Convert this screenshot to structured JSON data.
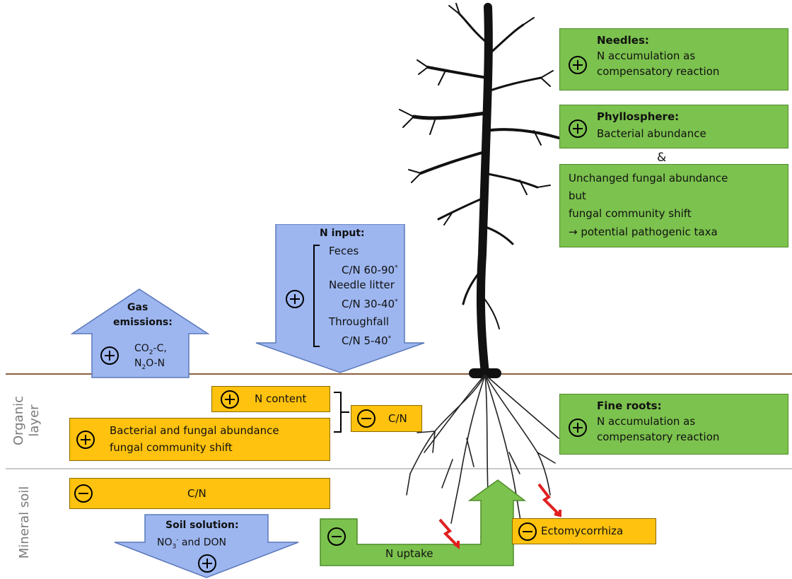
{
  "layers": {
    "organic": "Organic\nlayer",
    "organic_line1": "Organic",
    "organic_line2": "layer",
    "mineral": "Mineral soil"
  },
  "needles": {
    "title": "Needles:",
    "line1": "N accumulation as",
    "line2": "compensatory reaction",
    "sign": "plus"
  },
  "phyllosphere": {
    "title": "Phyllosphere:",
    "line1": "Bacterial abundance",
    "sign": "plus"
  },
  "ampersand": "&",
  "fungal": {
    "line1": "Unchanged fungal abundance",
    "line2": "but",
    "line3": "fungal community shift",
    "line4": "→ potential pathogenic taxa"
  },
  "n_input": {
    "title": "N input:",
    "feces": "Feces",
    "feces_cn": "C/N 60-90",
    "needle_litter": "Needle litter",
    "needle_cn": "C/N 30-40",
    "throughfall": "Throughfall",
    "throughfall_cn": "C/N 5-40",
    "asterisk": "*",
    "sign": "plus"
  },
  "gas": {
    "title1": "Gas",
    "title2": "emissions:",
    "co2_pre": "CO",
    "co2_sub": "2",
    "co2_post": "-C,",
    "n2o_pre": "N",
    "n2o_sub": "2",
    "n2o_post": "O-N",
    "sign": "plus"
  },
  "n_content": {
    "label": "N content",
    "sign": "plus"
  },
  "cn_organic": {
    "label": "C/N",
    "sign": "minus"
  },
  "bacterial": {
    "line1": "Bacterial and fungal abundance",
    "line2": "fungal community shift",
    "sign": "plus"
  },
  "fine_roots": {
    "title": "Fine roots:",
    "line1": "N accumulation as",
    "line2": "compensatory reaction",
    "sign": "plus"
  },
  "cn_mineral": {
    "label": "C/N",
    "sign": "minus"
  },
  "soil_solution": {
    "title": "Soil solution:",
    "no3_pre": "NO",
    "no3_sub": "3",
    "no3_sup": "-",
    "no3_post": " and DON",
    "sign": "plus"
  },
  "n_uptake": {
    "label": "N uptake",
    "sign": "minus"
  },
  "ectomycorrhiza": {
    "label": "Ectomycorrhiza",
    "sign": "minus"
  },
  "colors": {
    "green": "#7cc24e",
    "yellow": "#ffc20e",
    "blue": "#9db6f0",
    "soil_line": "#8b5e3c",
    "mineral_line": "#c8c8c8"
  }
}
